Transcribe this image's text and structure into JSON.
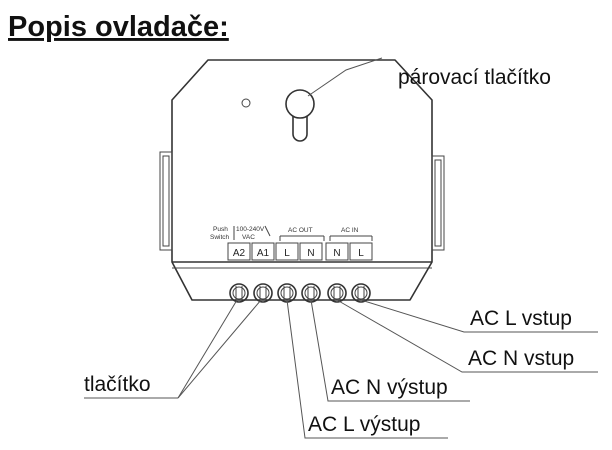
{
  "title": "Popis ovladače:",
  "device": {
    "group_labels": {
      "push_switch_line1": "Push",
      "push_switch_line2": "Switch",
      "voltage_line1": "100-240V",
      "voltage_line2": "VAC",
      "ac_out": "AC OUT",
      "ac_in": "AC IN"
    },
    "terminals": [
      "A2",
      "A1",
      "L",
      "N",
      "N",
      "L"
    ]
  },
  "callouts": {
    "pairing_button": "párovací tlačítko",
    "button": "tlačítko",
    "ac_l_output": "AC L výstup",
    "ac_n_output": "AC N výstup",
    "ac_n_input": "AC N vstup",
    "ac_l_input": "AC L vstup"
  },
  "colors": {
    "line": "#333333",
    "text": "#111111",
    "background": "#ffffff"
  }
}
